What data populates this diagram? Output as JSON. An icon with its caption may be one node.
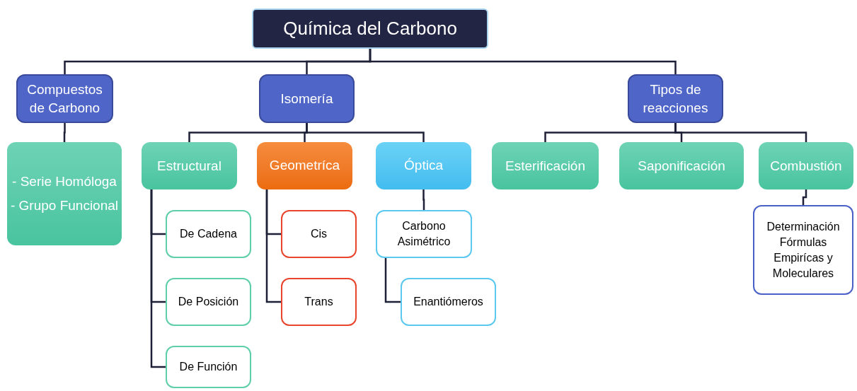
{
  "diagram": {
    "nodes": [
      {
        "text": [
          "Química del Carbono"
        ]
      },
      {
        "text": [
          "Compuestos de Carbono"
        ]
      },
      {
        "text": [
          "Isomería"
        ]
      },
      {
        "text": [
          "Tipos de reacciones"
        ]
      },
      {
        "text": [
          "- Serie Homóloga",
          "- Grupo Funcional"
        ]
      },
      {
        "text": [
          "Estructural"
        ]
      },
      {
        "text": [
          "Geometríca"
        ]
      },
      {
        "text": [
          "Óptica"
        ]
      },
      {
        "text": [
          "Esterificación"
        ]
      },
      {
        "text": [
          "Saponificación"
        ]
      },
      {
        "text": [
          "Combustión"
        ]
      },
      {
        "text": [
          "De Cadena"
        ]
      },
      {
        "text": [
          "De Posición"
        ]
      },
      {
        "text": [
          "De Función"
        ]
      },
      {
        "text": [
          "Cis"
        ]
      },
      {
        "text": [
          "Trans"
        ]
      },
      {
        "text": [
          "Carbono Asimétrico"
        ]
      },
      {
        "text": [
          "Enantiómeros"
        ]
      },
      {
        "text": [
          "Determinación Fórmulas Empirícas y Moleculares"
        ]
      }
    ],
    "edges": [
      {
        "from": 0,
        "to": 1,
        "arrow": "none"
      },
      {
        "from": 0,
        "to": 2,
        "arrow": "none"
      },
      {
        "from": 0,
        "to": 3,
        "arrow": "none"
      },
      {
        "from": 1,
        "to": 4,
        "arrow": "none"
      },
      {
        "from": 2,
        "to": 5,
        "arrow": "none"
      },
      {
        "from": 2,
        "to": 6,
        "arrow": "none"
      },
      {
        "from": 2,
        "to": 7,
        "arrow": "none"
      },
      {
        "from": 3,
        "to": 8,
        "arrow": "none"
      },
      {
        "from": 3,
        "to": 9,
        "arrow": "none"
      },
      {
        "from": 3,
        "to": 10,
        "arrow": "none"
      },
      {
        "from": 5,
        "to": 11,
        "arrow": "none"
      },
      {
        "from": 5,
        "to": 12,
        "arrow": "none"
      },
      {
        "from": 5,
        "to": 13,
        "arrow": "none"
      },
      {
        "from": 6,
        "to": 14,
        "arrow": "none"
      },
      {
        "from": 6,
        "to": 15,
        "arrow": "none"
      },
      {
        "from": 7,
        "to": 16,
        "arrow": "none"
      },
      {
        "from": 16,
        "to": 17,
        "arrow": "none"
      },
      {
        "from": 10,
        "to": 18,
        "arrow": "none"
      }
    ]
  }
}
